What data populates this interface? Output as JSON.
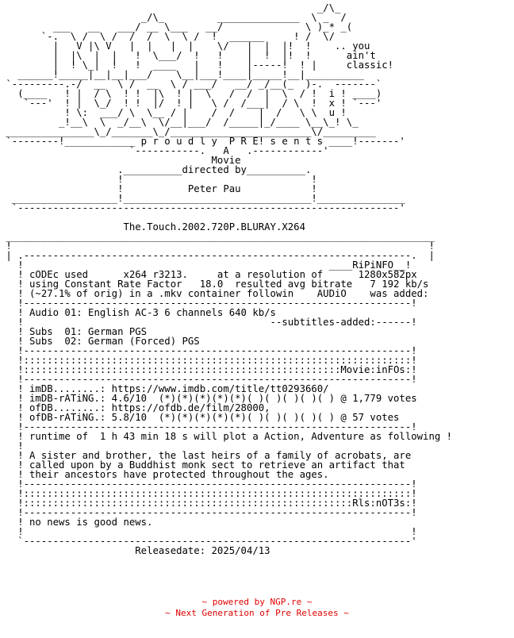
{
  "nfo": {
    "art_lines": [
      "                                                      _/\\_  ",
      "                        _/\\_         ______________  \\ _  / ",
      "         ___   __   ___/ __ \\___   __/              \\ )_* _(  ",
      "       `-.  \\ /  \\ /  /  /  \\  \\ /  !  ______     ! /  \\/   ",
      "         |   V |\\ V   |  |   |  |    \\/   |  |  |!  !    .. you",
      "         |  |\\  |  |   !  \\___/  !   !    |  !  |!  !      ain't",
      "         |  ! \\_|  !   !  ____   |   !    |-----!  ! |     classic!",
      "   ______!_____|__|__|___/    \\__|___!____|_____!__|__________",
      " `---------.-/  __  \\ /  __  \\ / ___/   __/ _/__(_  )-.  -------`",
      "   (____   ! |  / \\  ! !  |\\  ! |  \\   /  /  |  \\  / !  i ! ____)",
      "    `---'  ! |  \\_/  ! !  |/  ! |   \\ /  /___|  / \\  !  x ! `---'",
      "           ! \\:  ___/ \\  \\__ / |    /  /    |  /   \\ \\  u !",
      "          _!__\\  \\  _/__\\  \\/__|___/  /_____|_/____ \\__\\_! \\_",
      " _______________\\_/_______\\_/________________________\\/_________",
      " `--------!____________ p r o u d l y  P R E! s e n t s ____!-------'",
      "                      `-----------.   A   .------------'",
      "                                    Movie",
      "                    .__________directed by__________.",
      "                    !                                !",
      "                    !           Peter Pau            !",
      "  __________________!________________________________!_______________",
      "  `-----------------------------------------------------------------'",
      "",
      "                     The.Touch.2002.720P.BLURAY.X264",
      " _________________________________________________________________________",
      " !                                                                       !",
      " | .------------------------------------------------------------------.  |",
      "   !                                                    ____RiPiNFO__!",
      "   ! cODEc used      x264 r3213.     at a resolution of      1280x582px",
      "   ! using Constant Rate Factor   18.0  resulted avg bitrate   7 192 kb/s",
      "   ! (~27.1% of orig) in a .mkv container followin    AUDiO    was added:",
      "   !------------------------------------------------------------------!",
      "   ! Audio 01: English AC-3 6 channels 640 kb/s",
      "   !                                          --subtitles-added:------!",
      "   ! Subs  01: German PGS",
      "   ! Subs  02: German (Forced) PGS",
      "   !------------------------------------------------------------------!",
      "   !::::::::::::::::::::::::::::::::::::::::::::::::::::::::::::::::::!",
      "   !::::::::::::::::::::::::::::::::::::::::::::::::::::::Movie:inFOs:!",
      "   !------------------------------------------------------------------!",
      "   ! imDB........: https://www.imdb.com/title/tt0293660/",
      "   ! imDB-rATiNG.: 4.6/10  (*)(*)(*)(*)(*)( )( )( )( )( ) @ 1,779 votes",
      "   ! ofDB........: https://ofdb.de/film/28000,",
      "   ! ofDB-rATiNG.: 5.8/10  (*)(*)(*)(*)(*)( )( )( )( )( ) @ 57 votes",
      "   !------------------------------------------------------------------!",
      "   ! runtime of  1 h 43 min 18 s will plot a Action, Adventure as following !",
      "   !",
      "   ! A sister and brother, the last heirs of a family of acrobats, are",
      "   ! called upon by a Buddhist monk sect to retrieve an artifact that",
      "   ! their ancestors have protected throughout the ages.",
      "   !------------------------------------------------------------------!",
      "   !::::::::::::::::::::::::::::::::::::::::::::::::::::::::::::::::::!",
      "   !::::::::::::::::::::::::::::::::::::::::::::::::::::::::Rls:nOT3s:!",
      "   !------------------------------------------------------------------!",
      "   ! no news is good news.",
      "   !                                                                  !",
      "   `------------------------------------------------------------------'",
      "                       Releasedate: 2025/04/13"
    ],
    "footer_line1": "~ powered by NGP.re ~",
    "footer_line2": "~ Next Generation of Pre Releases ~",
    "footer_color": "#e00000"
  }
}
